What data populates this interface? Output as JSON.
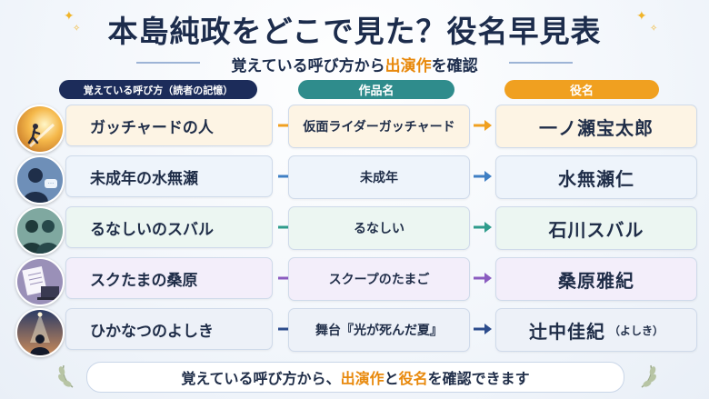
{
  "title": "本島純政をどこで見た？役名早見表",
  "subtitle": {
    "part1": "覚えている呼び方から",
    "highlight": "出演作",
    "part2": "を確認"
  },
  "headers": {
    "recall": "覚えている呼び方（読者の記憶）",
    "work": "作品名",
    "role": "役名"
  },
  "colors": {
    "recall_header": "#1c2c5a",
    "work_header": "#2f8c8c",
    "role_header": "#f0a020",
    "highlight": "#e8890c"
  },
  "rows": [
    {
      "recall": "ガッチャードの人",
      "work": "仮面ライダーガッチャード",
      "role": "一ノ瀬宝太郎",
      "role_note": "",
      "arrow_color": "#f0a020",
      "tint": "#fdf4e4",
      "avatar": "sunrise-runner-icon"
    },
    {
      "recall": "未成年の水無瀬",
      "work": "未成年",
      "role": "水無瀬仁",
      "role_note": "",
      "arrow_color": "#3f7fc4",
      "tint": "#eef4fb",
      "avatar": "silhouette-chat-icon"
    },
    {
      "recall": "るなしいのスバル",
      "work": "るなしい",
      "role": "石川スバル",
      "role_note": "",
      "arrow_color": "#2f9c8c",
      "tint": "#ecf6f2",
      "avatar": "two-silhouettes-icon"
    },
    {
      "recall": "スクたまの桑原",
      "work": "スクープのたまご",
      "role": "桑原雅紀",
      "role_note": "",
      "arrow_color": "#8a5cc0",
      "tint": "#f3eefa",
      "avatar": "notebook-laptop-icon"
    },
    {
      "recall": "ひかなつのよしき",
      "work": "舞台『光が死んだ夏』",
      "role": "辻中佳紀",
      "role_note": "（よしき）",
      "arrow_color": "#2c4c8c",
      "tint": "#edf1f8",
      "avatar": "spotlight-figure-icon"
    }
  ],
  "footer": {
    "part1": "覚えている呼び方から、",
    "hl1": "出演作",
    "part2": "と",
    "hl2": "役名",
    "part3": "を確認できます"
  }
}
